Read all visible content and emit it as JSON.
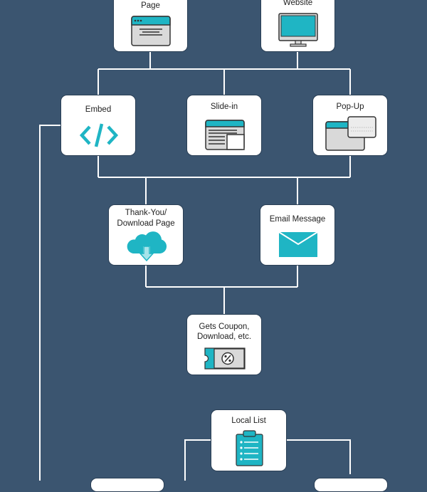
{
  "colors": {
    "background": "#3b5570",
    "connector": "#ffffff",
    "accent_teal": "#1fb5c4",
    "icon_gray": "#d9d9d9",
    "icon_outline": "#333333"
  },
  "nodes": {
    "landing_page": {
      "label": "Page",
      "icon": "browser-window-icon"
    },
    "website": {
      "label": "Website",
      "icon": "monitor-icon"
    },
    "embed": {
      "label": "Embed",
      "icon": "code-icon"
    },
    "slide_in": {
      "label": "Slide-in",
      "icon": "slide-in-window-icon"
    },
    "pop_up": {
      "label": "Pop-Up",
      "icon": "popup-window-icon"
    },
    "thank_you": {
      "label_line1": "Thank-You/",
      "label_line2": "Download Page",
      "icon": "cloud-download-icon"
    },
    "email_message": {
      "label": "Email Message",
      "icon": "envelope-icon"
    },
    "gets_coupon": {
      "label_line1": "Gets Coupon,",
      "label_line2": "Download, etc.",
      "icon": "coupon-icon"
    },
    "local_list": {
      "label": "Local List",
      "icon": "clipboard-list-icon"
    }
  }
}
